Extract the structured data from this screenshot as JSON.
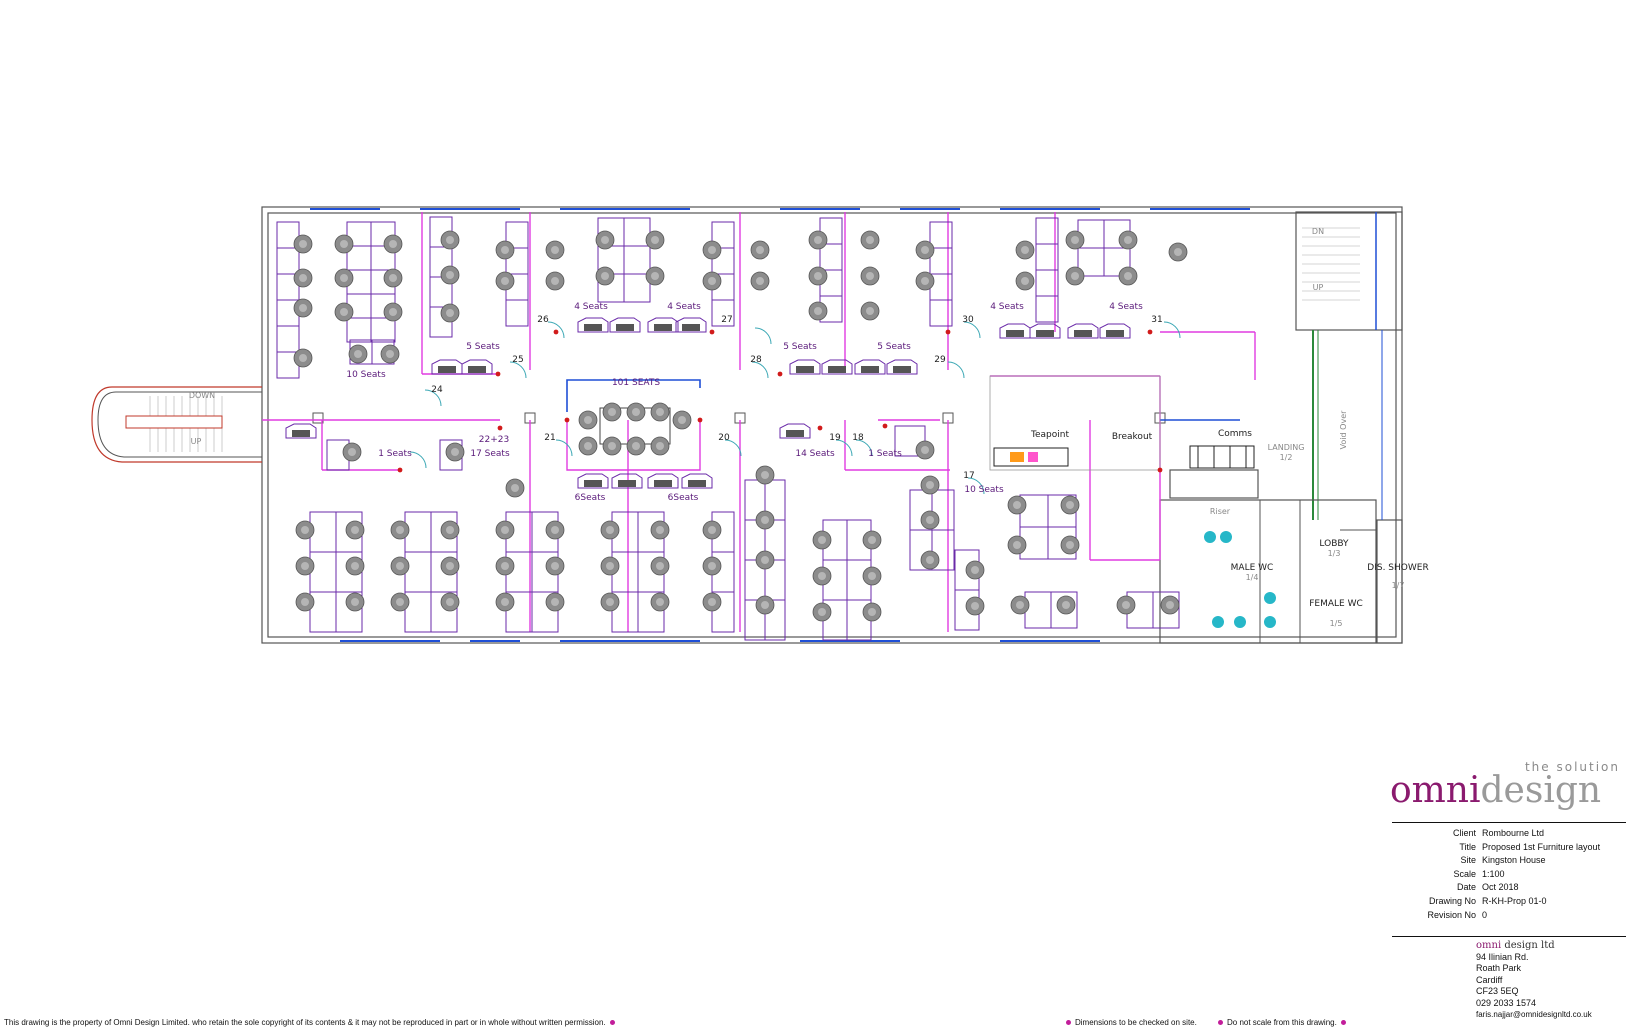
{
  "colors": {
    "wall": "#555555",
    "partition_magenta": "#e03ce0",
    "desk_purple": "#6a2aa8",
    "window_blue": "#1f4fd6",
    "chair_grey": "#8c8c8c",
    "door_teal": "#3aa7b4",
    "brand": "#8a1a6e",
    "label": "#5a1a7a"
  },
  "plan": {
    "stair_left": {
      "down": "DOWN",
      "up": "UP"
    },
    "stair_right": {
      "down": "DN",
      "up": "UP"
    },
    "landing": {
      "name": "LANDING",
      "ref": "1/2"
    },
    "void_over": "Void Over",
    "rooms": {
      "teapoint": "Teapoint",
      "breakout": "Breakout",
      "comms": "Comms",
      "lobby": "LOBBY",
      "lobby_ref": "1/3",
      "male_wc": "MALE WC",
      "male_wc_ref": "1/4",
      "female_wc": "FEMALE WC",
      "female_wc_ref": "1/5",
      "dis_shower": "DIS. SHOWER",
      "dis_shower_ref": "1/7",
      "riser": "Riser"
    },
    "seat_labels": [
      "10 Seats",
      "5 Seats",
      "4 Seats",
      "4 Seats",
      "5 Seats",
      "5 Seats",
      "4 Seats",
      "4 Seats",
      "101 SEATS",
      "1 Seats",
      "17 Seats",
      "22+23",
      "6Seats",
      "6Seats",
      "14 Seats",
      "1 Seats",
      "10 Seats"
    ],
    "door_numbers": [
      "24",
      "25",
      "26",
      "27",
      "28",
      "29",
      "30",
      "31",
      "21",
      "20",
      "19",
      "18",
      "17"
    ]
  },
  "logo": {
    "tagline": "the solution",
    "brand_a": "omni",
    "brand_b": "design"
  },
  "titleblock": [
    {
      "k": "Client",
      "v": "Rombourne Ltd"
    },
    {
      "k": "Title",
      "v": "Proposed 1st Furniture layout"
    },
    {
      "k": "Site",
      "v": "Kingston House"
    },
    {
      "k": "Scale",
      "v": "1:100"
    },
    {
      "k": "Date",
      "v": "Oct 2018"
    },
    {
      "k": "Drawing No",
      "v": "R-KH-Prop 01-0"
    },
    {
      "k": "Revision No",
      "v": "0"
    }
  ],
  "address": {
    "company_a": "omni",
    "company_b": "design ltd",
    "lines": [
      "94 Ilinian Rd.",
      "Roath Park",
      "Cardiff",
      "CF23 5EQ",
      "029 2033 1574"
    ]
  },
  "footer": {
    "copyright": "This drawing is the property of Omni Design Limited.   who retain the sole copyright of its contents & it may not be reproduced in part or in whole without written permission.",
    "dims": "Dimensions to be checked on site.",
    "scale": "Do not scale from this drawing.",
    "email": "faris.najjar@omnidesignltd.co.uk"
  }
}
